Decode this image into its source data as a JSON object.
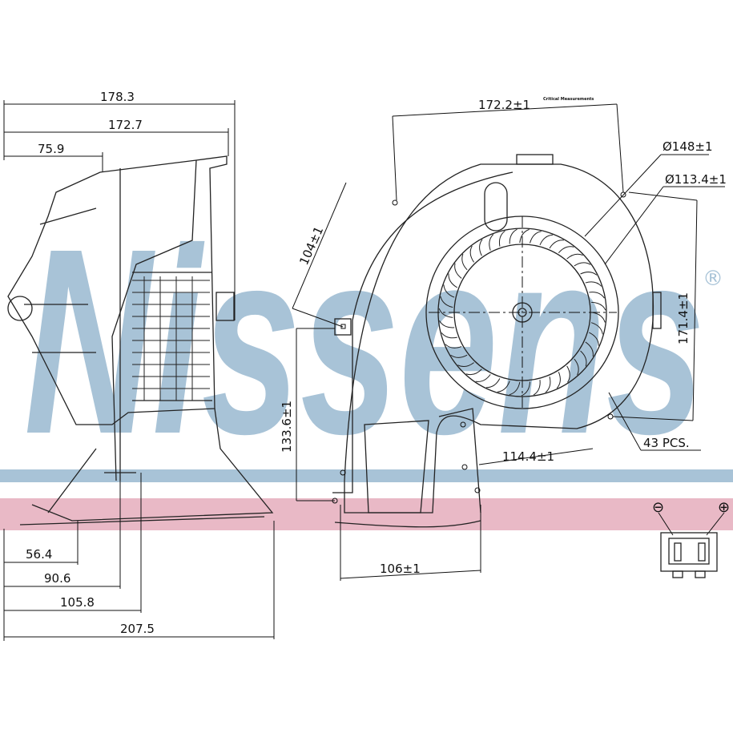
{
  "brand": {
    "watermark": "Nissens",
    "registered_mark": "®",
    "watermark_color": "#a8c3d7",
    "band_blue": "#a8c3d7",
    "band_pink": "#e9b9c6"
  },
  "critical_note": "Critical Measurements",
  "side_view": {
    "top_dims": [
      "178.3",
      "172.7",
      "75.9"
    ],
    "bottom_dims": [
      "56.4",
      "90.6",
      "105.8",
      "207.5"
    ]
  },
  "front_view": {
    "width": "172.2±1",
    "outer_diameter": "Ø148±1",
    "fan_diameter": "Ø113.4±1",
    "mount_diag": "104±1",
    "height_left": "133.6±1",
    "height_right": "171.4±1",
    "mount_spacing": "114.4±1",
    "base_width": "106±1",
    "blade_count": "43 PCS."
  },
  "connector": {
    "negative": "⊖",
    "positive": "⊕"
  }
}
